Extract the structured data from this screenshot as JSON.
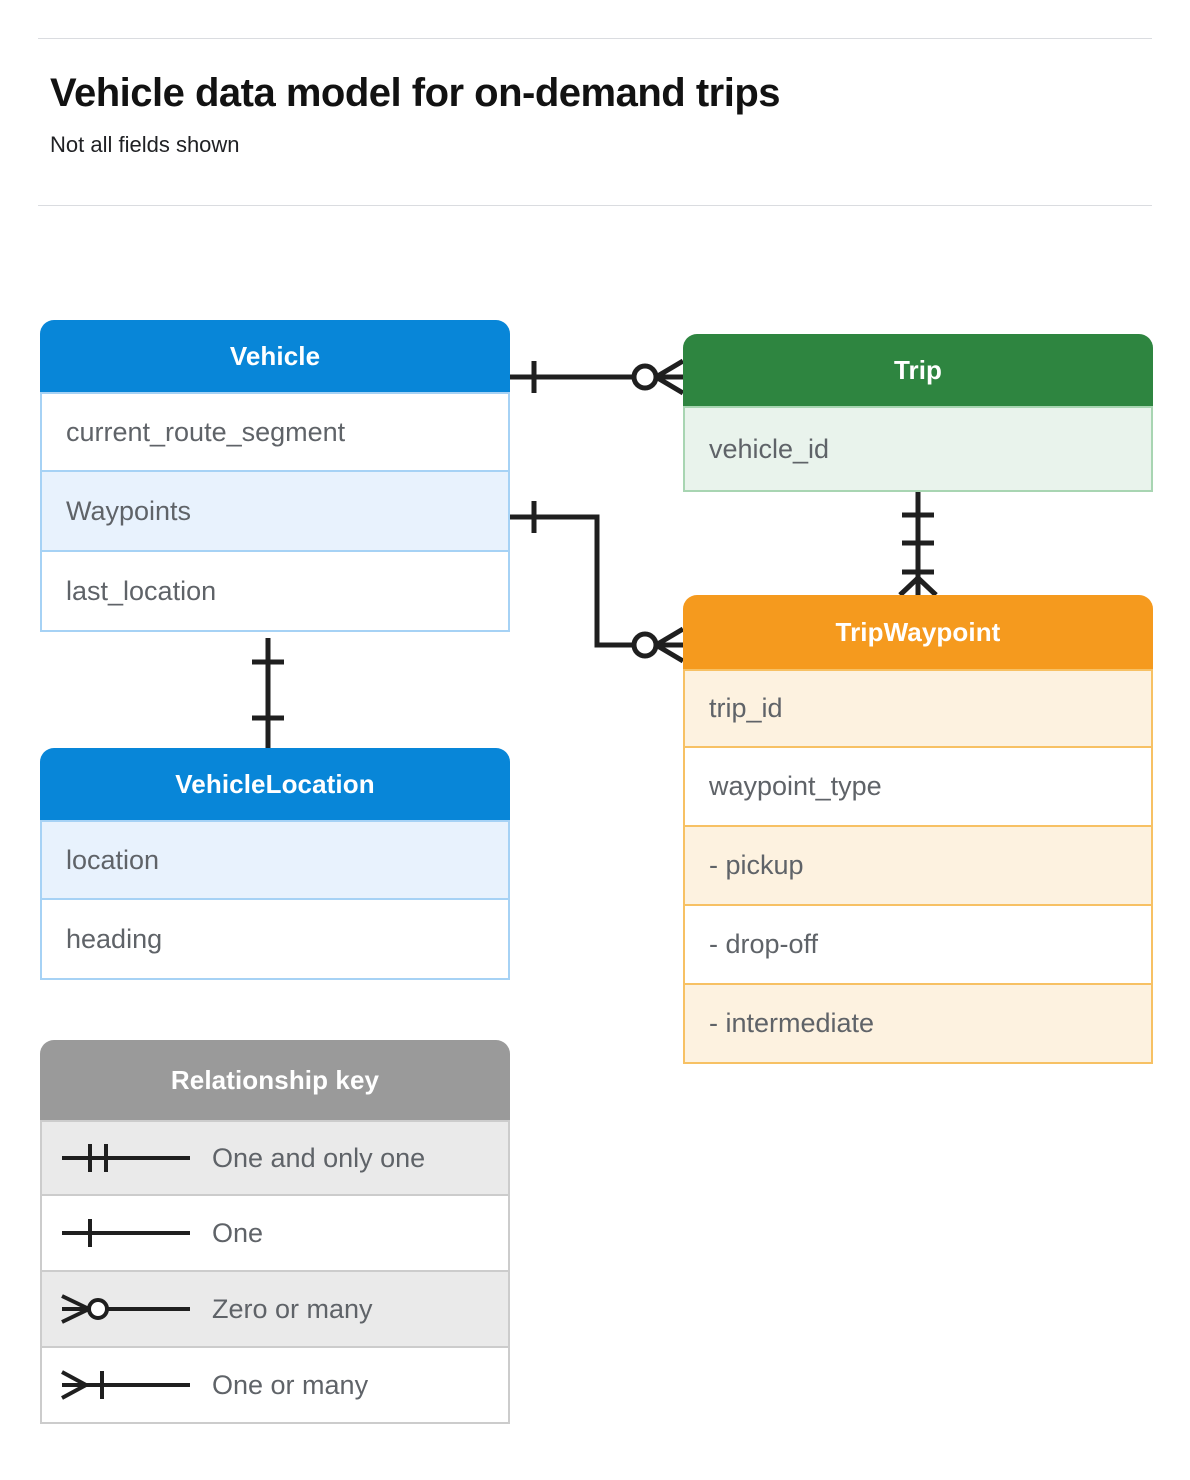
{
  "header": {
    "title": "Vehicle data model for on-demand trips",
    "subtitle": "Not all fields shown"
  },
  "colors": {
    "blue": "#0886d8",
    "blue_tint": "#e8f2fd",
    "blue_border": "#a6d2f5",
    "green": "#2e8540",
    "green_tint": "#e9f3ec",
    "green_border": "#a8d5b2",
    "orange": "#f59a1e",
    "orange_tint": "#fdf2e0",
    "orange_border": "#f7c164",
    "gray": "#9a9a9a",
    "gray_tint": "#eaeaea",
    "gray_border": "#cccccc",
    "text": "#5f6368",
    "line": "#1f1f1f",
    "rule": "#dadce0"
  },
  "entities": {
    "vehicle": {
      "name": "Vehicle",
      "fields": [
        {
          "label": "current_route_segment",
          "highlighted": false
        },
        {
          "label": "Waypoints",
          "highlighted": true
        },
        {
          "label": "last_location",
          "highlighted": false
        }
      ]
    },
    "vehicle_location": {
      "name": "VehicleLocation",
      "fields": [
        {
          "label": "location",
          "highlighted": true
        },
        {
          "label": "heading",
          "highlighted": false
        }
      ]
    },
    "trip": {
      "name": "Trip",
      "fields": [
        {
          "label": "vehicle_id",
          "highlighted": true
        }
      ]
    },
    "trip_waypoint": {
      "name": "TripWaypoint",
      "fields": [
        {
          "label": "trip_id",
          "highlighted": true
        },
        {
          "label": "waypoint_type",
          "highlighted": false
        },
        {
          "label": "- pickup",
          "highlighted": true
        },
        {
          "label": "- drop-off",
          "highlighted": false
        },
        {
          "label": "- intermediate",
          "highlighted": true
        }
      ]
    }
  },
  "legend": {
    "title": "Relationship key",
    "items": [
      {
        "label": "One and only one",
        "symbol": "one-and-only-one",
        "highlighted": true
      },
      {
        "label": "One",
        "symbol": "one",
        "highlighted": false
      },
      {
        "label": "Zero or many",
        "symbol": "zero-or-many",
        "highlighted": true
      },
      {
        "label": "One or many",
        "symbol": "one-or-many",
        "highlighted": false
      }
    ]
  },
  "relationships": [
    {
      "from": "Vehicle",
      "to": "Trip",
      "from_cardinality": "one",
      "to_cardinality": "zero-or-many"
    },
    {
      "from": "Vehicle.Waypoints",
      "to": "TripWaypoint",
      "from_cardinality": "one",
      "to_cardinality": "zero-or-many"
    },
    {
      "from": "Vehicle",
      "to": "VehicleLocation",
      "from_cardinality": "one",
      "to_cardinality": "one"
    },
    {
      "from": "Trip",
      "to": "TripWaypoint",
      "from_cardinality": "one-and-only-one",
      "to_cardinality": "one-or-many"
    }
  ]
}
